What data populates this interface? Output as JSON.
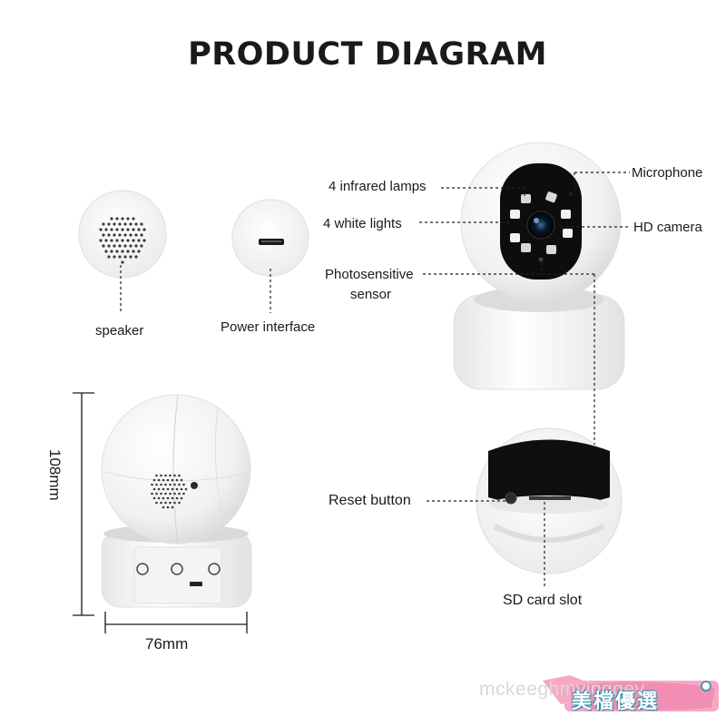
{
  "title": "PRODUCT DIAGRAM",
  "labels": {
    "speaker": "speaker",
    "power_interface": "Power interface",
    "infrared_lamps": "4 infrared lamps",
    "white_lights": "4 white lights",
    "photosensitive_line1": "Photosensitive",
    "photosensitive_line2": "sensor",
    "microphone": "Microphone",
    "hd_camera": "HD camera",
    "reset_button": "Reset button",
    "sd_card_slot": "SD card slot"
  },
  "dimensions": {
    "height": "108mm",
    "width": "76mm"
  },
  "watermark": {
    "text": "mckeeghmvinggev",
    "badge": "美檔優選"
  }
}
